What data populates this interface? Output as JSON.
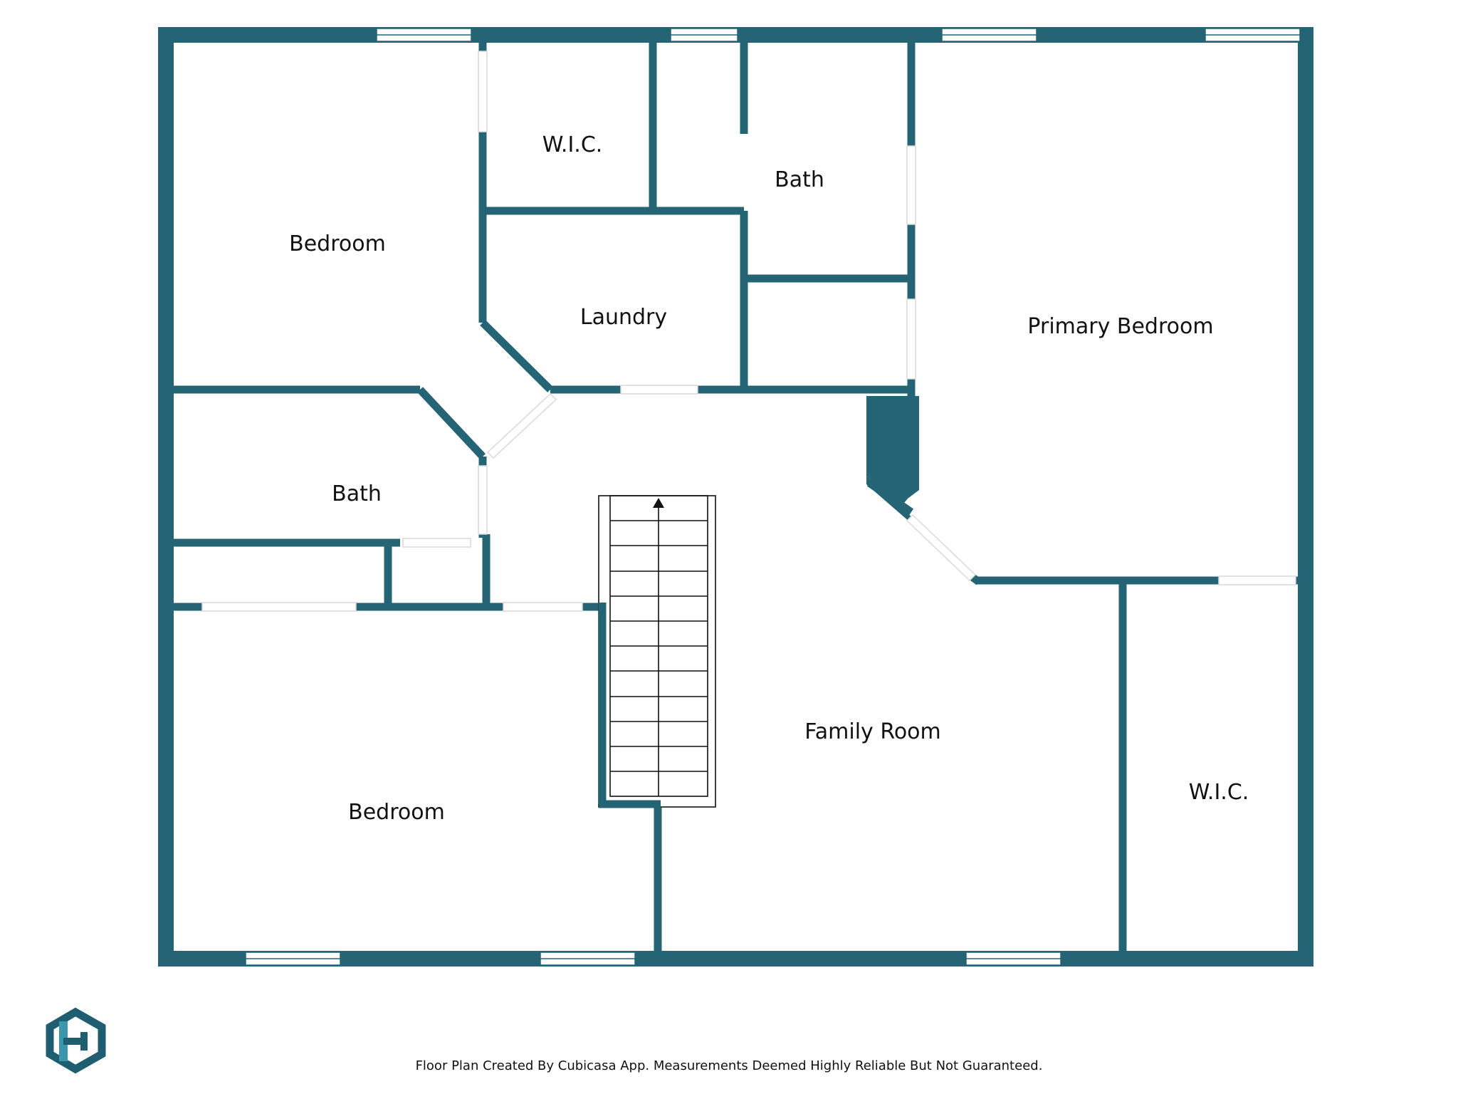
{
  "colors": {
    "wall": "#256475",
    "window": "#ffffff",
    "logo_dark": "#1f5d70",
    "logo_light": "#3a97ad"
  },
  "rooms": {
    "bedroom_upper_left": "Bedroom",
    "wic_top": "W.I.C.",
    "bath_top": "Bath",
    "laundry": "Laundry",
    "primary_bedroom": "Primary Bedroom",
    "bath_left": "Bath",
    "bedroom_lower_left": "Bedroom",
    "family_room": "Family Room",
    "wic_right": "W.I.C."
  },
  "logo": {
    "icon": "cubicasa-logo-icon"
  },
  "footer": {
    "disclaimer": "Floor Plan Created By Cubicasa App. Measurements Deemed Highly Reliable But Not Guaranteed."
  }
}
